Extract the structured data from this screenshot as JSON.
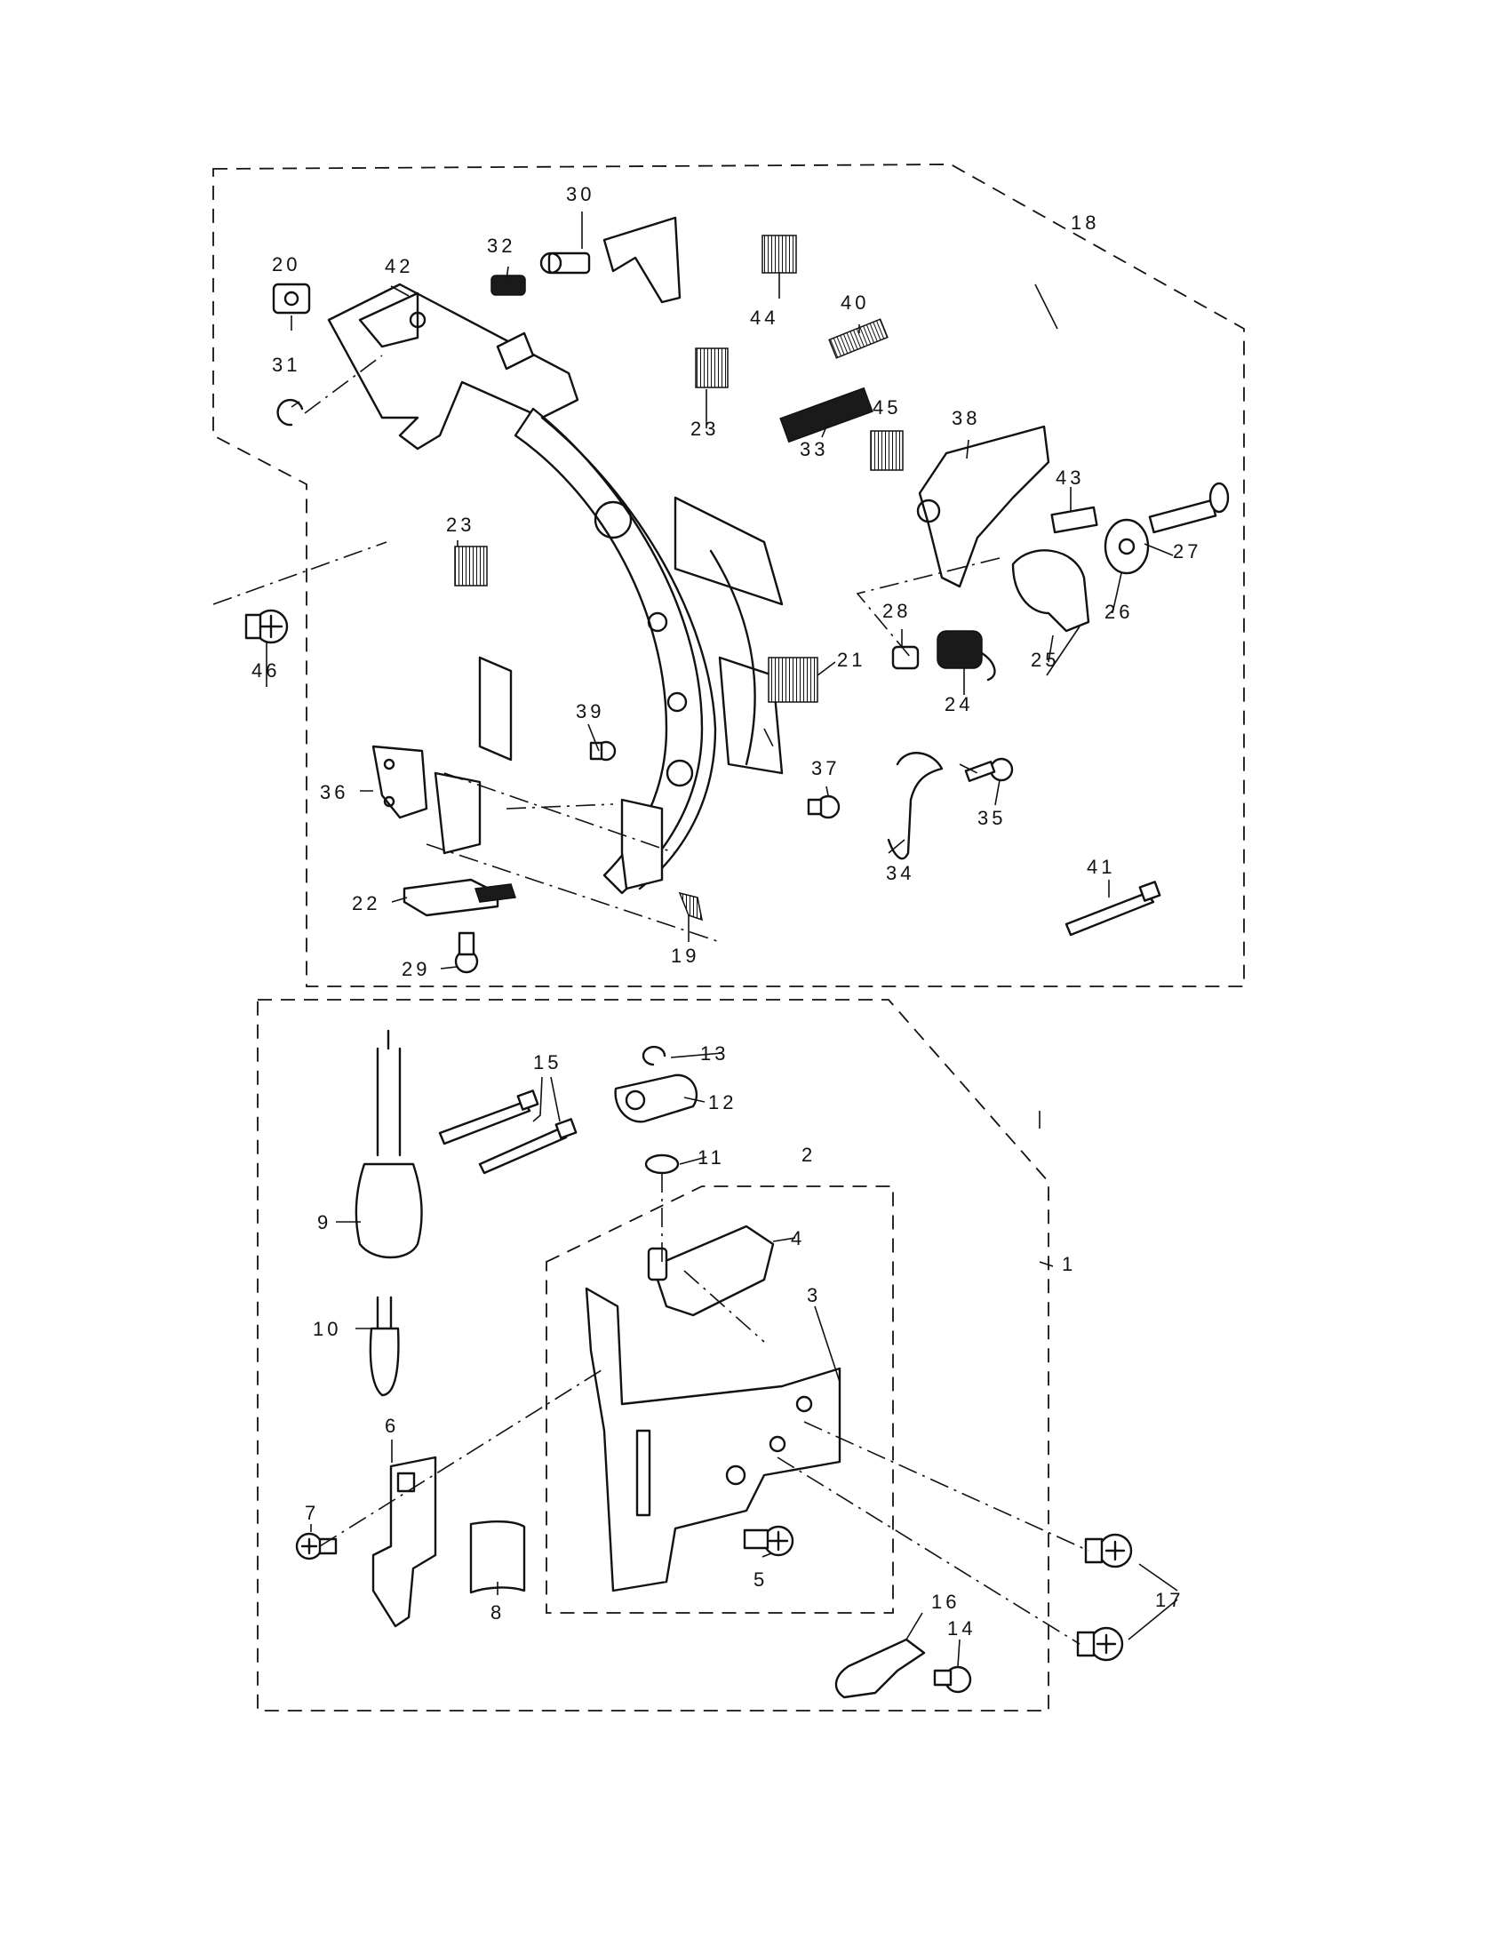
{
  "callouts": {
    "c1": "1",
    "c2": "2",
    "c3": "3",
    "c4": "4",
    "c5": "5",
    "c6": "6",
    "c7": "7",
    "c8": "8",
    "c9": "9",
    "c10": "10",
    "c11": "11",
    "c12": "12",
    "c13": "13",
    "c14": "14",
    "c15": "15",
    "c16": "16",
    "c17": "17",
    "c18": "18",
    "c19": "19",
    "c20": "20",
    "c21": "21",
    "c22": "22",
    "c23a": "23",
    "c23b": "23",
    "c24": "24",
    "c25": "25",
    "c26": "26",
    "c27": "27",
    "c28": "28",
    "c29": "29",
    "c30": "30",
    "c31": "31",
    "c32": "32",
    "c33": "33",
    "c34": "34",
    "c35": "35",
    "c36": "36",
    "c37": "37",
    "c38": "38",
    "c39": "39",
    "c40": "40",
    "c41": "41",
    "c42": "42",
    "c43": "43",
    "c44": "44",
    "c45": "45",
    "c46": "46"
  }
}
